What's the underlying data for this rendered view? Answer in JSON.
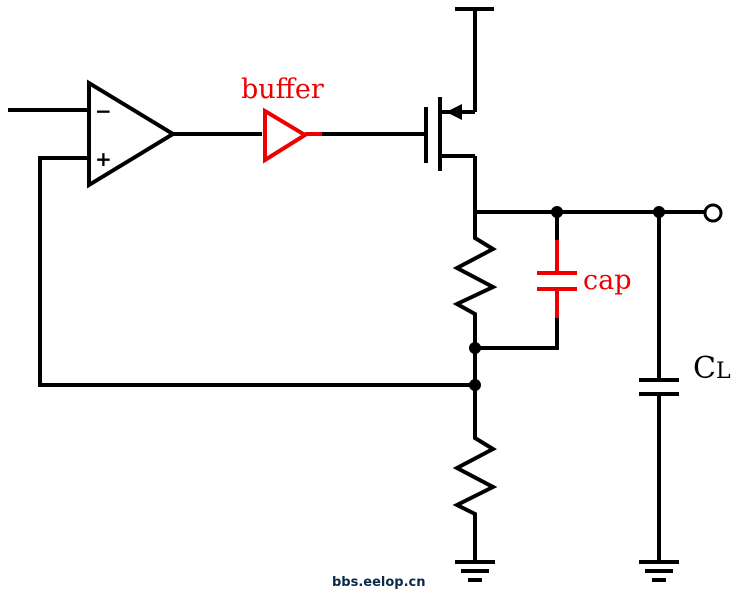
{
  "labels": {
    "buffer": "buffer",
    "cap": "cap",
    "cl_main": "C",
    "cl_sub": "L",
    "opamp_minus": "−",
    "opamp_plus": "+"
  },
  "watermark": "bbs.eelop.cn",
  "colors": {
    "wire": "#000000",
    "highlight": "#ee0000"
  },
  "components": {
    "opamp": "operational-amplifier",
    "buffer": "buffer-triangle",
    "transistor": "pmos-pass-transistor",
    "resistor_top": "resistor",
    "resistor_bottom": "resistor",
    "compensation_cap": "capacitor",
    "load_cap": "capacitor",
    "output_terminal": "open-circle",
    "grounds": 2
  }
}
